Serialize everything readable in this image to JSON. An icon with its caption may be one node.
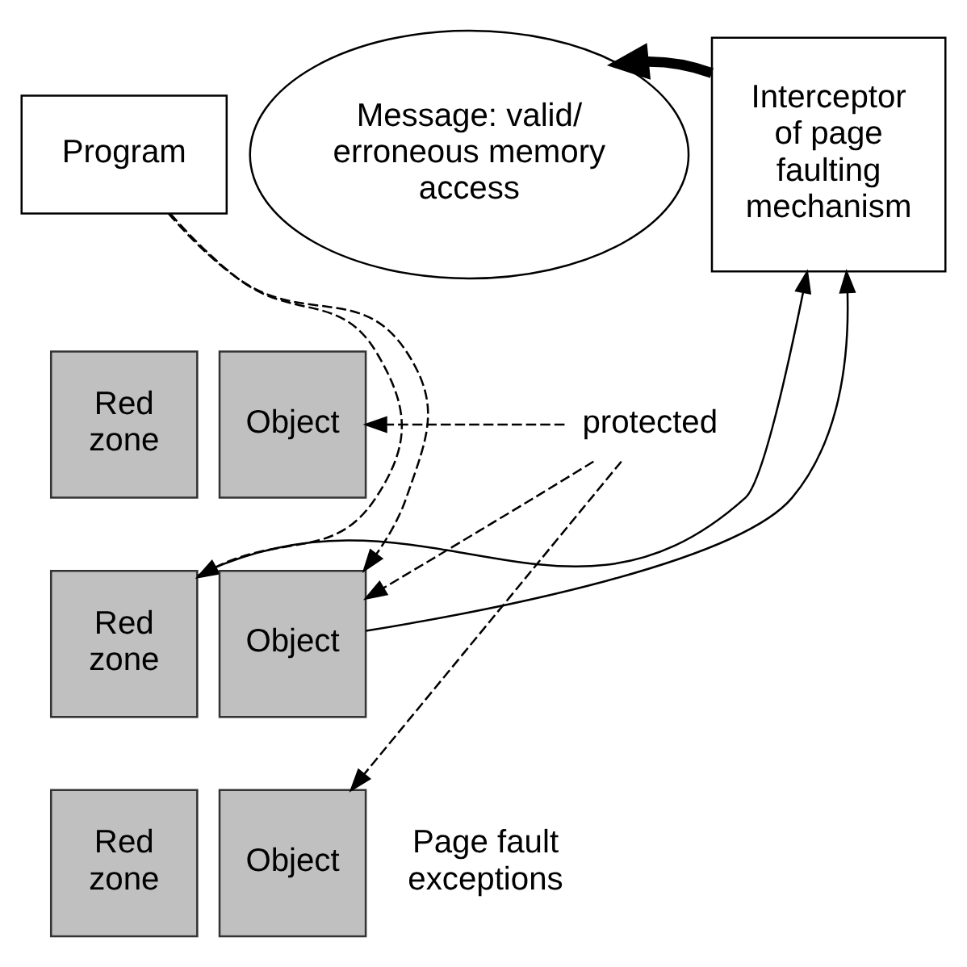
{
  "diagram": {
    "nodes": [
      {
        "text": [
          "Program"
        ]
      },
      {
        "text": [
          "Red zone"
        ]
      },
      {
        "text": [
          "Object"
        ]
      },
      {
        "text": [
          "Red zone"
        ]
      },
      {
        "text": [
          "Object"
        ]
      },
      {
        "text": [
          "Red zone"
        ]
      },
      {
        "text": [
          "Object"
        ]
      },
      {
        "text": [
          "protected"
        ]
      },
      {
        "text": [
          "Interceptor of page faulting mechanism"
        ]
      },
      {
        "text": [
          "Message: valid/ erroneous memory access"
        ]
      }
    ],
    "edges": [
      {
        "from": 0,
        "to": 3,
        "arrow": "to",
        "style": "dashed"
      },
      {
        "from": 0,
        "to": 4,
        "arrow": "to",
        "style": "dashed"
      },
      {
        "from": 7,
        "to": 2,
        "arrow": "to",
        "style": "dashed"
      },
      {
        "from": 7,
        "to": 4,
        "arrow": "to",
        "style": "dashed"
      },
      {
        "from": 7,
        "to": 6,
        "arrow": "to",
        "style": "dashed"
      },
      {
        "from": 3,
        "to": 8,
        "arrow": "to"
      },
      {
        "from": 4,
        "to": 8,
        "arrow": "to"
      },
      {
        "from": 8,
        "to": 9,
        "arrow": "to",
        "style": "thick"
      }
    ],
    "labels": [
      "Page fault exceptions"
    ]
  }
}
